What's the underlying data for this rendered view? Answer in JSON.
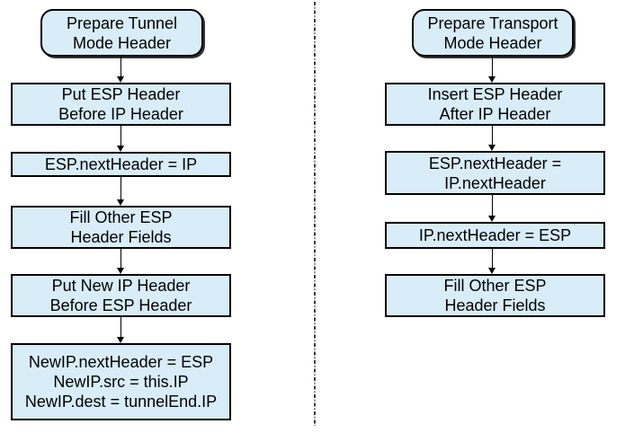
{
  "colors": {
    "box_fill": "#d8edf8",
    "box_border": "#000000",
    "text": "#000000",
    "divider_dark": "#3c3c3c",
    "divider_light": "#9b9b9b",
    "background": "#ffffff",
    "arrow": "#000000"
  },
  "flows": {
    "tunnel": {
      "nodes": [
        {
          "shape": "rounded",
          "lines": [
            "Prepare Tunnel",
            "Mode Header"
          ]
        },
        {
          "shape": "rect",
          "lines": [
            "Put ESP Header",
            "Before IP Header"
          ]
        },
        {
          "shape": "rect",
          "lines": [
            "ESP.nextHeader = IP"
          ]
        },
        {
          "shape": "rect",
          "lines": [
            "Fill Other ESP",
            "Header Fields"
          ]
        },
        {
          "shape": "rect",
          "lines": [
            "Put New IP Header",
            "Before ESP Header"
          ]
        },
        {
          "shape": "rect",
          "lines": [
            "NewIP.nextHeader = ESP",
            "NewIP.src = this.IP",
            "NewIP.dest = tunnelEnd.IP"
          ]
        }
      ]
    },
    "transport": {
      "nodes": [
        {
          "shape": "rounded",
          "lines": [
            "Prepare Transport",
            "Mode Header"
          ]
        },
        {
          "shape": "rect",
          "lines": [
            "Insert ESP Header",
            "After IP Header"
          ]
        },
        {
          "shape": "rect",
          "lines": [
            "ESP.nextHeader =",
            "IP.nextHeader"
          ]
        },
        {
          "shape": "rect",
          "lines": [
            "IP.nextHeader = ESP"
          ]
        },
        {
          "shape": "rect",
          "lines": [
            "Fill Other ESP",
            "Header Fields"
          ]
        }
      ]
    }
  }
}
